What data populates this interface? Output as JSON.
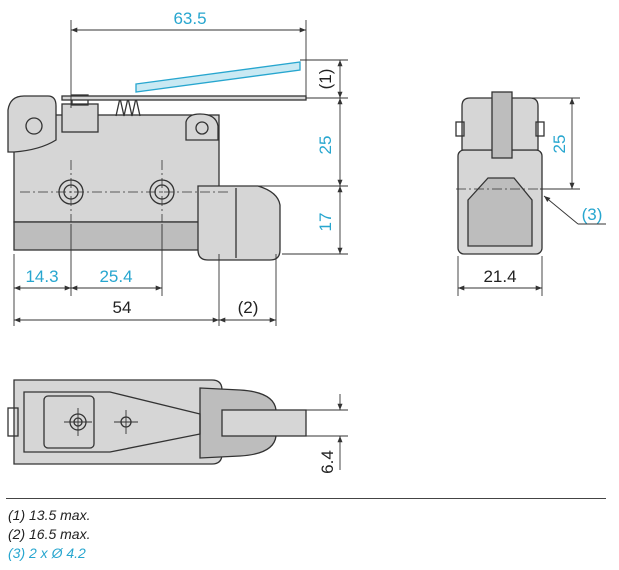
{
  "dimensions": {
    "lever_length": "63.5",
    "note1_ref": "(1)",
    "height_upper": "25",
    "height_lower": "17",
    "hole_offset": "14.3",
    "hole_spacing": "25.4",
    "body_length": "54",
    "note2_ref": "(2)",
    "side_height": "25",
    "note3_ref": "(3)",
    "side_width": "21.4",
    "bottom_width": "6.4"
  },
  "notes": [
    {
      "text": "(1) 13.5 max.",
      "color": "#222222"
    },
    {
      "text": "(2) 16.5 max.",
      "color": "#222222"
    },
    {
      "text": "(3) 2 x Ø 4.2",
      "color": "#27a6cf"
    }
  ],
  "colors": {
    "dimension_blue": "#27a6cf",
    "line": "#333333",
    "body": "#d6d6d6"
  }
}
